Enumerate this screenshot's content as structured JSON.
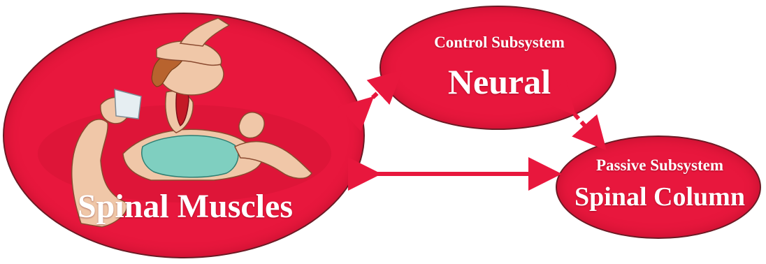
{
  "diagram": {
    "nodes": {
      "spinal_muscles": {
        "title": "Spinal Muscles",
        "illustration": "reclining-figure-neck-muscle-illustration"
      },
      "neural": {
        "subtitle": "Control Subsystem",
        "title": "Neural"
      },
      "spinal_column": {
        "subtitle": "Passive Subsystem",
        "title": "Spinal Column"
      }
    },
    "edges": [
      {
        "from": "spinal_muscles",
        "to": "neural",
        "style": "double-arrow-dashed"
      },
      {
        "from": "neural",
        "to": "spinal_column",
        "style": "double-arrow-dashed"
      },
      {
        "from": "spinal_muscles",
        "to": "spinal_column",
        "style": "double-arrow"
      }
    ],
    "colors": {
      "node_fill": "#e8173d",
      "node_border": "#6b1a24",
      "arrow": "#e8173d",
      "text": "#ffffff",
      "skin": "#f0c7a8",
      "top_garment": "#7fcfc0",
      "muscle": "#c41a26",
      "hair": "#b8632e"
    }
  }
}
